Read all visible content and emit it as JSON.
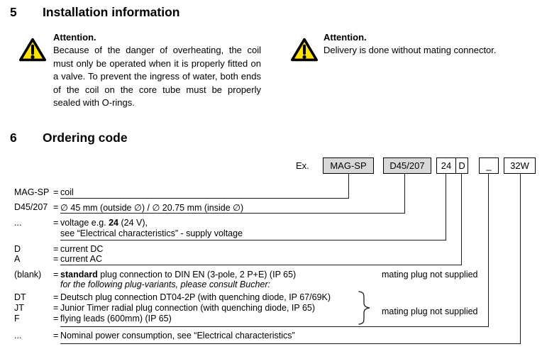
{
  "sections": {
    "installation": {
      "number": "5",
      "title": "Installation information"
    },
    "ordering": {
      "number": "6",
      "title": "Ordering code"
    }
  },
  "attention_left": {
    "title": "Attention.",
    "body": "Because of the danger of overheating, the coil must only be operated when it is properly fitted on a valve. To prevent the ingress of water, both ends of the coil on the core tube must be properly sealed with O-rings."
  },
  "attention_right": {
    "title": "Attention.",
    "body": "Delivery is done without mating connector."
  },
  "ordering_code": {
    "example_label": "Ex.",
    "boxes": [
      {
        "id": "series",
        "text": "MAG-SP",
        "style": "gray"
      },
      {
        "id": "size",
        "text": "D45/207",
        "style": "gray"
      },
      {
        "id": "voltage",
        "text": "24",
        "style": "white"
      },
      {
        "id": "current",
        "text": "D",
        "style": "white"
      },
      {
        "id": "plug",
        "text": "_",
        "style": "white"
      },
      {
        "id": "power",
        "text": "32W",
        "style": "white"
      }
    ],
    "rows": [
      {
        "label": "MAG-SP",
        "eq": "=",
        "value": "coil"
      },
      {
        "label": "D45/207",
        "eq": "=",
        "value": "∅ 45 mm (outside ∅) / ∅ 20.75 mm (inside ∅)"
      },
      {
        "label": "...",
        "eq": "=",
        "prefix": "voltage e.g. ",
        "bold": "24",
        "suffix": " (24 V),",
        "line2": "see “Electrical characteristics” - supply voltage"
      },
      {
        "label": "D",
        "eq": "=",
        "value": "current DC"
      },
      {
        "label": "A",
        "eq": "=",
        "value": "current AC"
      },
      {
        "label": "(blank)",
        "eq": "=",
        "bold": "standard",
        "suffix": " plug connection to DIN EN (3-pole, 2 P+E) (IP 65)",
        "note": "mating plug not supplied"
      },
      {
        "italic": "for the following plug-variants, please consult Bucher:"
      },
      {
        "label": "DT",
        "eq": "=",
        "value": "Deutsch plug connection DT04-2P (with quenching diode, IP 67/69K)"
      },
      {
        "label": "JT",
        "eq": "=",
        "value": "Junior Timer radial plug connection (with quenching diode, IP 65)",
        "note": "mating plug not supplied"
      },
      {
        "label": "F",
        "eq": "=",
        "value": "flying leads (600mm) (IP 65)"
      },
      {
        "label": "...",
        "eq": "=",
        "value": "Nominal power consumption, see “Electrical characteristics”"
      }
    ]
  },
  "colors": {
    "warning_yellow": "#FFE200",
    "box_gray": "#D8D8D8",
    "line_black": "#1B1B1B"
  }
}
